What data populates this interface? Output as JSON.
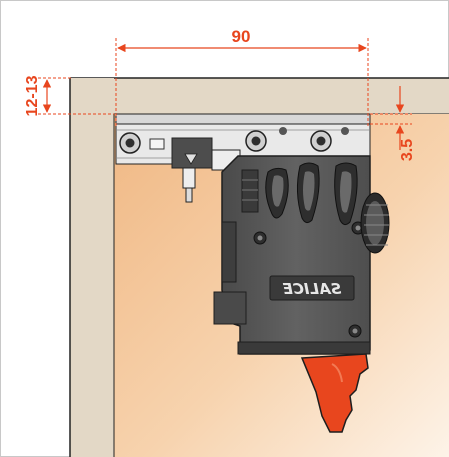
{
  "dimensions": {
    "width_label": "90",
    "panel_thickness_label": "12-13",
    "offset_label": "3.5"
  },
  "brand": {
    "logo_text": "SALICE",
    "logo_is_mirrored": true
  },
  "colors": {
    "dimension": "#e8461e",
    "panel_top": "#e3d8c6",
    "panel_side": "#f0b884",
    "panel_side_light": "#fdf3e8",
    "mechanism_body": "#5a5a5a",
    "mechanism_dark": "#2e2e2e",
    "lever": "#e8461e",
    "outline": "#222222"
  }
}
